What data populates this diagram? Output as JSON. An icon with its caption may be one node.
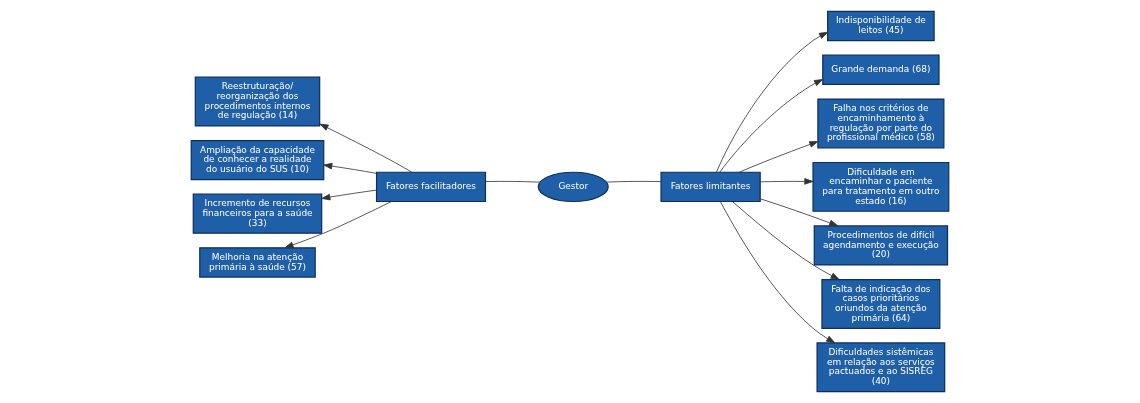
{
  "diagram": {
    "nodes": [
      {
        "text": [
          "Gestor"
        ]
      },
      {
        "text": [
          "Fatores facilitadores"
        ]
      },
      {
        "text": [
          "Fatores limitantes"
        ]
      },
      {
        "text": [
          "Reestruturação/ reorganização dos procedimentos internos de regulação (14)"
        ]
      },
      {
        "text": [
          "Ampliação da capacidade de conhecer a realidade do usuário do SUS (10)"
        ]
      },
      {
        "text": [
          "Incremento de recursos financeiros para a saúde (33)"
        ]
      },
      {
        "text": [
          "Melhoria na atenção primária à saúde (57)"
        ]
      },
      {
        "text": [
          "Indisponibilidade de leitos (45)"
        ]
      },
      {
        "text": [
          "Grande demanda (68)"
        ]
      },
      {
        "text": [
          "Falha nos critérios de encaminhamento à regulação por parte do profissional médico (58)"
        ]
      },
      {
        "text": [
          "Dificuldade em encaminhar o paciente para tratamento em outro estado (16)"
        ]
      },
      {
        "text": [
          "Procedimentos de difícil agendamento e execução (20)"
        ]
      },
      {
        "text": [
          "Falta de indicação dos casos prioritários oriundos da atenção primária (64)"
        ]
      },
      {
        "text": [
          "Dificuldades sistêmicas em relação aos serviços pactuados e ao SISREG (40)"
        ]
      }
    ],
    "edges": [
      {
        "from": 0,
        "to": 1,
        "arrow": "none"
      },
      {
        "from": 0,
        "to": 2,
        "arrow": "none"
      },
      {
        "from": 1,
        "to": 3,
        "arrow": "to"
      },
      {
        "from": 1,
        "to": 4,
        "arrow": "to"
      },
      {
        "from": 1,
        "to": 5,
        "arrow": "to"
      },
      {
        "from": 1,
        "to": 6,
        "arrow": "to"
      },
      {
        "from": 2,
        "to": 7,
        "arrow": "to"
      },
      {
        "from": 2,
        "to": 8,
        "arrow": "to"
      },
      {
        "from": 2,
        "to": 9,
        "arrow": "to"
      },
      {
        "from": 2,
        "to": 10,
        "arrow": "to"
      },
      {
        "from": 2,
        "to": 11,
        "arrow": "to"
      },
      {
        "from": 2,
        "to": 12,
        "arrow": "to"
      },
      {
        "from": 2,
        "to": 13,
        "arrow": "to"
      }
    ]
  }
}
